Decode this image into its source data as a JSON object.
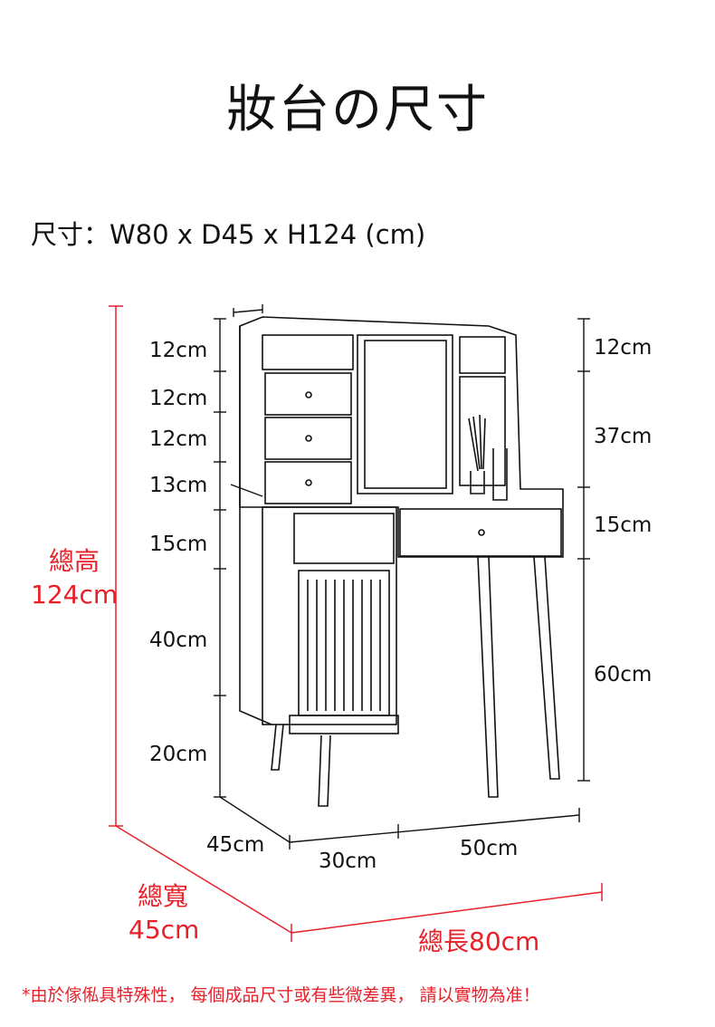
{
  "title": "妝台の尺寸",
  "spec": "尺寸：W80 x D45 x H124 (cm)",
  "left_dimensions": [
    "12cm",
    "12cm",
    "12cm",
    "13cm",
    "15cm",
    "40cm",
    "20cm"
  ],
  "right_dimensions": [
    "12cm",
    "37cm",
    "15cm",
    "60cm"
  ],
  "bottom_dimensions": {
    "depth": "45cm",
    "left_section": "30cm",
    "right_section": "50cm"
  },
  "totals": {
    "height_label": "總高",
    "height_value": "124cm",
    "width_label": "總寬",
    "width_value": "45cm",
    "length": "總長80cm"
  },
  "footnote": "*由於傢俬具特殊性， 每個成品尺寸或有些微差異， 請以實物為准！",
  "colors": {
    "accent_red": "#e8202a",
    "line": "#111111"
  }
}
